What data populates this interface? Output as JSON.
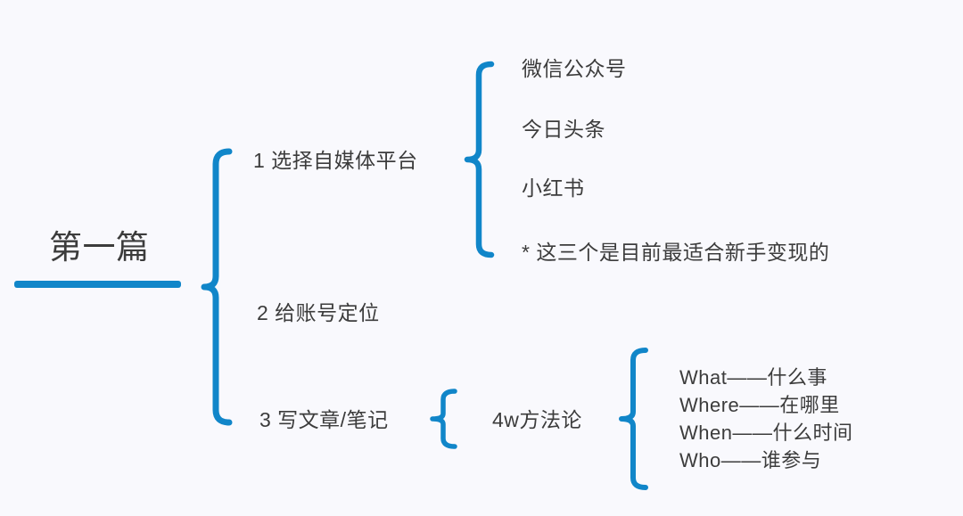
{
  "colors": {
    "background": "#f9f9fd",
    "accent_blue": "#1186c9",
    "text": "#3c3c3c"
  },
  "root": {
    "label": "第一篇"
  },
  "branches": [
    {
      "label": "1 选择自媒体平台",
      "children": [
        "微信公众号",
        "今日头条",
        "小红书",
        "* 这三个是目前最适合新手变现的"
      ]
    },
    {
      "label": "2 给账号定位",
      "children": []
    },
    {
      "label": "3 写文章/笔记",
      "children": [
        {
          "label": "4w方法论",
          "children": [
            "What——什么事",
            "Where——在哪里",
            "When——什么时间",
            "Who——谁参与"
          ]
        }
      ]
    }
  ]
}
